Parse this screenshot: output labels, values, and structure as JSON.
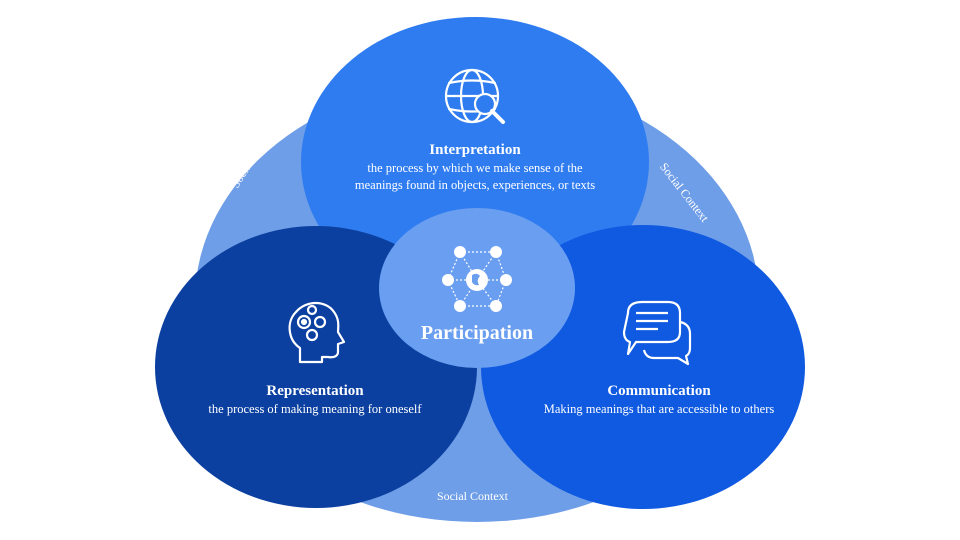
{
  "colors": {
    "social_context": "#6f9ee8",
    "interpretation": "#2f7cf1",
    "representation": "#0b40a0",
    "communication": "#0f5ae0",
    "participation": "#6a9ef0"
  },
  "context_label": "Social Context",
  "interpretation": {
    "title": "Interpretation",
    "line1": "the process by which we make sense of the",
    "line2": "meanings found in objects, experiences, or texts",
    "icon": "globe-search-icon"
  },
  "representation": {
    "title": "Representation",
    "line1": "the process of making meaning for oneself",
    "icon": "head-gears-icon"
  },
  "communication": {
    "title": "Communication",
    "line1": "Making meanings that are accessible to others",
    "icon": "chat-bubbles-icon"
  },
  "participation": {
    "title": "Participation",
    "icon": "network-globe-icon"
  }
}
